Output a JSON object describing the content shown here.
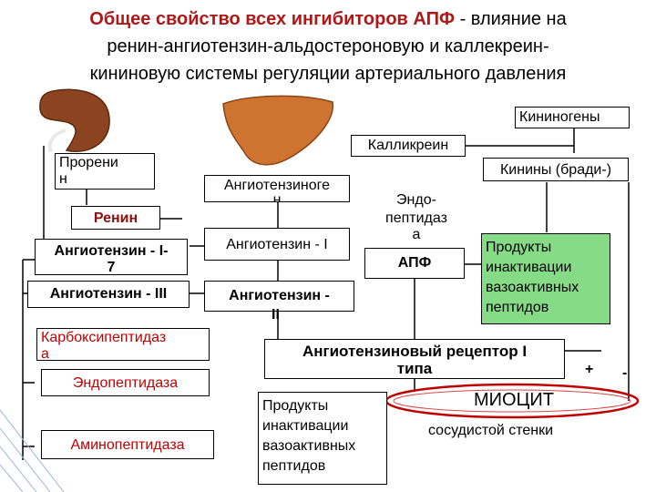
{
  "title": {
    "bold_part": "Общее свойство всех ингибиторов АПФ",
    "rest_line1": " - влияние на",
    "line2": "ренин-ангиотензин-альдостероновую и каллекреин-",
    "line3": "кининовую системы регуляции артериального давления"
  },
  "labels": {
    "kininogens": "Кининогены",
    "kallikrein": "Калликреин",
    "kinins": "Кинины (бради-)",
    "prorenin_line1": "Прорени",
    "prorenin_line2": "н",
    "renin": "Ренин",
    "angiotensinogen_line1": "Ангиотензиноге",
    "angiotensinogen_line2": "н",
    "angiotensin1": "Ангиотензин - I",
    "endopeptidase_top_line1": "Эндо-",
    "endopeptidase_top_line2": "пептидаз",
    "endopeptidase_top_line3": "а",
    "ace": "АПФ",
    "inactivation_products_green_1": "Продукты",
    "inactivation_products_green_2": "инактивации",
    "inactivation_products_green_3": "вазоактивных",
    "inactivation_products_green_4": "пептидов",
    "angiotensin17_line1": "Ангиотензин - I-",
    "angiotensin17_line2": "7",
    "angiotensin3": "Ангиотензин - III",
    "angiotensin2_line1": "Ангиотензин -",
    "angiotensin2_line2": "II",
    "carboxypeptidase_line1": "Карбоксипептидаз",
    "carboxypeptidase_line2": "а",
    "endopeptidase_left": "Эндопептидаза",
    "aminopeptidase": "Аминопептидаза",
    "receptor_line1": "Ангиотензиновый рецептор I",
    "receptor_line2": "типа",
    "plus": "+",
    "minus": "-",
    "myocyte": "МИОЦИТ",
    "vascular_wall": "сосудистой стенки",
    "inactivation_products_bottom_1": "Продукты",
    "inactivation_products_bottom_2": "инактивации",
    "inactivation_products_bottom_3": "вазоактивных",
    "inactivation_products_bottom_4": "пептидов"
  },
  "colors": {
    "organ": "#c8702a",
    "green": "#86dc86",
    "red_title": "#b01818"
  }
}
